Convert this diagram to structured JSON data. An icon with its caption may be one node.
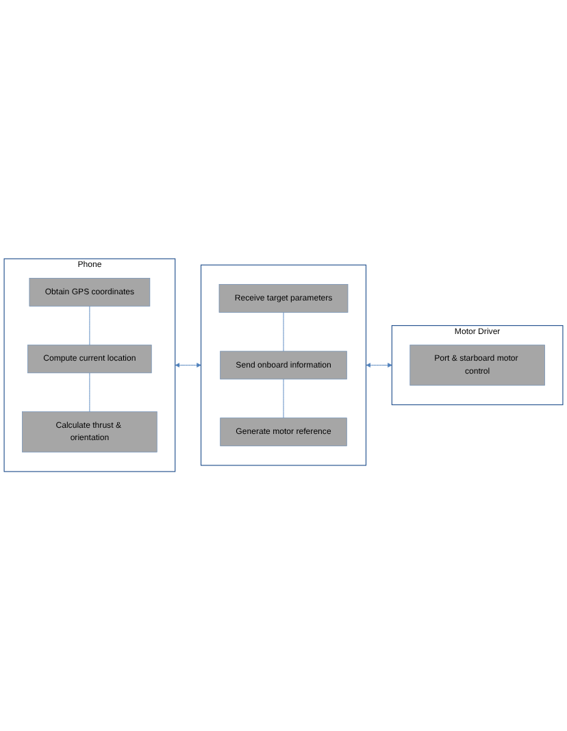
{
  "diagram": {
    "nodes": [
      {
        "text": [
          "Phone"
        ]
      },
      {
        "text": [
          "Obtain GPS coordinates"
        ],
        "in": 0
      },
      {
        "text": [
          "Compute current location"
        ],
        "in": 0
      },
      {
        "text": [
          "Calculate thrust & orientation"
        ],
        "in": 0
      },
      {
        "text": [],
        "shape": "box"
      },
      {
        "text": [
          "Receive target parameters"
        ],
        "in": 4
      },
      {
        "text": [
          "Send onboard information"
        ],
        "in": 4
      },
      {
        "text": [
          "Generate motor reference"
        ],
        "in": 4
      },
      {
        "text": [
          "Motor Driver"
        ]
      },
      {
        "text": [
          "Port & starboard motor control"
        ],
        "in": 8
      }
    ],
    "edges": [
      {
        "from": 1,
        "to": 2,
        "arrow": "none"
      },
      {
        "from": 2,
        "to": 3,
        "arrow": "none"
      },
      {
        "from": 0,
        "to": 4,
        "arrow": "both"
      },
      {
        "from": 5,
        "to": 6,
        "arrow": "none"
      },
      {
        "from": 6,
        "to": 7,
        "arrow": "none"
      },
      {
        "from": 4,
        "to": 8,
        "arrow": "both"
      }
    ]
  }
}
